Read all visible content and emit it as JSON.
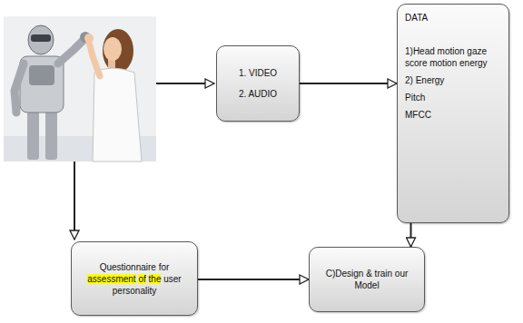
{
  "diagram": {
    "nodes": [
      {
        "text": [
          "1. VIDEO",
          "2. AUDIO"
        ]
      },
      {
        "text": [
          "DATA",
          "1)Head motion gaze score motion energy",
          "2) Energy",
          "Pitch",
          "MFCC"
        ]
      },
      {
        "text": [
          "Questionnaire for assessment of the user personality"
        ]
      },
      {
        "text": [
          "C)Design & train our Model"
        ]
      }
    ],
    "edges": [
      {
        "from": 0,
        "to": 1,
        "arrow": "to"
      },
      {
        "from": 1,
        "to": 3,
        "arrow": "to"
      },
      {
        "from": 2,
        "to": 3,
        "arrow": "to"
      }
    ]
  }
}
